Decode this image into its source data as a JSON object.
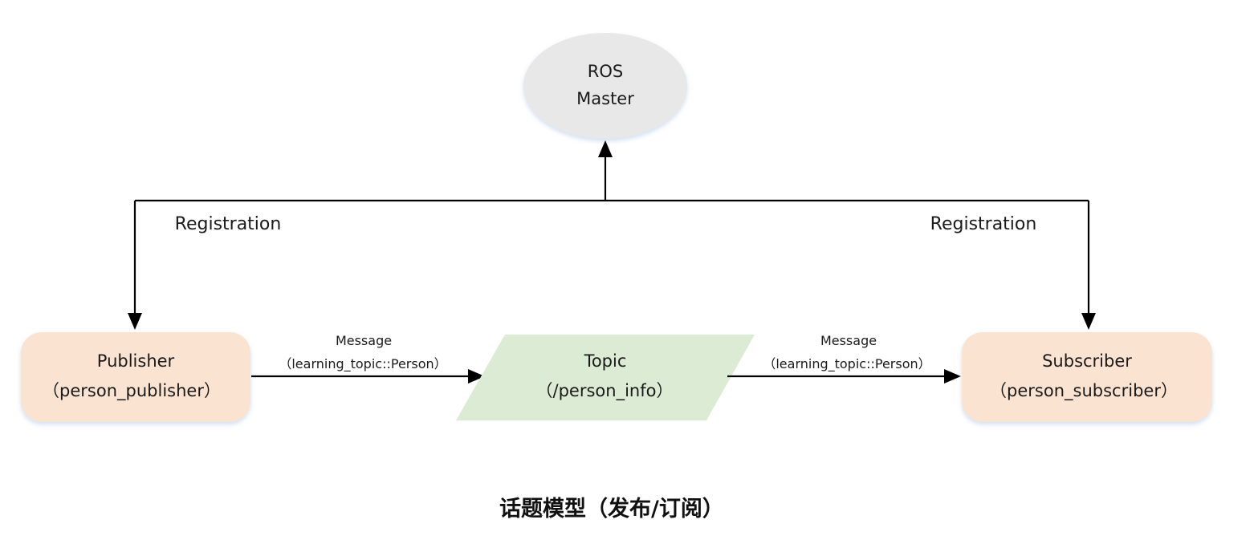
{
  "nodes": {
    "master": {
      "line1": "ROS",
      "line2": "Master"
    },
    "publisher": {
      "line1": "Publisher",
      "line2": "（person_publisher）"
    },
    "topic": {
      "line1": "Topic",
      "line2": "（/person_info）"
    },
    "subscriber": {
      "line1": "Subscriber",
      "line2": "（person_subscriber）"
    }
  },
  "edges": {
    "registration_left": "Registration",
    "registration_right": "Registration",
    "message_left": {
      "line1": "Message",
      "line2": "（learning_topic::Person）"
    },
    "message_right": {
      "line1": "Message",
      "line2": "（learning_topic::Person）"
    }
  },
  "caption": "话题模型（发布/订阅）",
  "colors": {
    "master_fill": "#e8e8e8",
    "publisher_fill": "#fbe3d1",
    "topic_fill": "#dcebd3",
    "subscriber_fill": "#fbe3d1",
    "line": "#000000"
  }
}
